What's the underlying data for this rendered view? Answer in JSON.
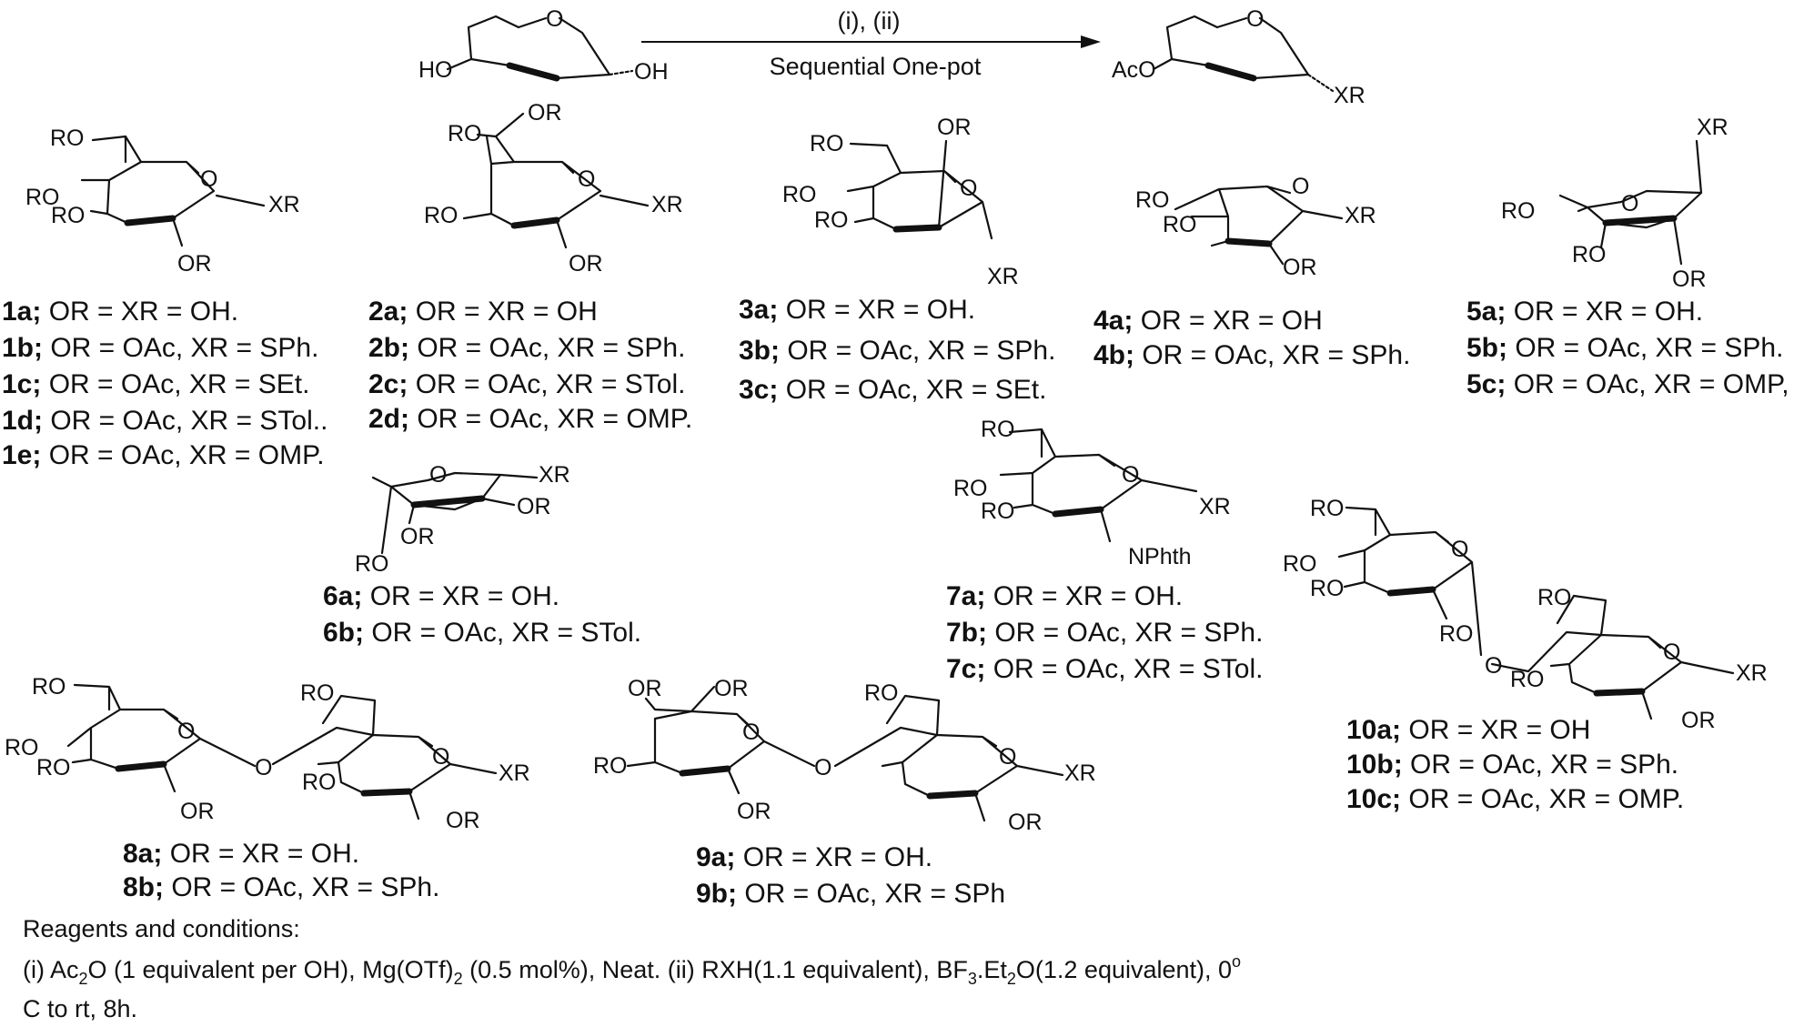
{
  "reaction": {
    "arrow_top": "(i), (ii)",
    "arrow_bottom": "Sequential One-pot",
    "start_atoms": [
      "O",
      "HO",
      "OH"
    ],
    "product_atoms": [
      "O",
      "AcO",
      "XR"
    ]
  },
  "structures": {
    "s1": [
      "RO",
      "O",
      "RO",
      "RO",
      "XR",
      "OR"
    ],
    "s2": [
      "OR",
      "RO",
      "O",
      "RO",
      "XR",
      "OR"
    ],
    "s3": [
      "RO",
      "OR",
      "RO",
      "O",
      "RO",
      "XR"
    ],
    "s4": [
      "RO",
      "O",
      "RO",
      "XR",
      "OR"
    ],
    "s5": [
      "XR",
      "O",
      "RO",
      "RO",
      "OR"
    ],
    "s6": [
      "O",
      "XR",
      "OR",
      "OR",
      "RO"
    ],
    "s7": [
      "RO",
      "O",
      "RO",
      "RO",
      "XR",
      "NPhth"
    ],
    "s8": [
      "RO",
      "RO",
      "RO",
      "O",
      "O",
      "OR",
      "RO",
      "O",
      "RO",
      "XR",
      "OR"
    ],
    "s9": [
      "OR",
      "OR",
      "RO",
      "O",
      "RO",
      "O",
      "OR",
      "O",
      "XR",
      "OR"
    ],
    "s10": [
      "RO",
      "RO",
      "RO",
      "O",
      "RO",
      "O",
      "RO",
      "O",
      "RO",
      "XR",
      "OR"
    ]
  },
  "labels": {
    "c1": [
      {
        "id": "1a;",
        "text": " OR = XR = OH."
      },
      {
        "id": "1b;",
        "text": " OR = OAc, XR = SPh."
      },
      {
        "id": "1c;",
        "text": " OR = OAc, XR = SEt."
      },
      {
        "id": "1d;",
        "text": " OR = OAc, XR = STol.."
      },
      {
        "id": "1e;",
        "text": " OR = OAc, XR = OMP."
      }
    ],
    "c2": [
      {
        "id": "2a;",
        "text": " OR = XR = OH"
      },
      {
        "id": "2b;",
        "text": " OR = OAc, XR = SPh."
      },
      {
        "id": "2c;",
        "text": " OR = OAc, XR = STol."
      },
      {
        "id": "2d;",
        "text": " OR = OAc, XR = OMP."
      }
    ],
    "c3": [
      {
        "id": "3a;",
        "text": " OR = XR = OH."
      },
      {
        "id": "3b;",
        "text": " OR = OAc, XR = SPh."
      },
      {
        "id": "3c;",
        "text": " OR = OAc, XR = SEt."
      }
    ],
    "c4": [
      {
        "id": "4a;",
        "text": " OR = XR = OH"
      },
      {
        "id": "4b;",
        "text": " OR = OAc, XR = SPh."
      }
    ],
    "c5": [
      {
        "id": "5a;",
        "text": " OR = XR = OH."
      },
      {
        "id": "5b;",
        "text": " OR = OAc, XR = SPh."
      },
      {
        "id": "5c;",
        "text": " OR = OAc, XR = OMP,"
      }
    ],
    "c6": [
      {
        "id": "6a;",
        "text": " OR = XR = OH."
      },
      {
        "id": "6b;",
        "text": " OR = OAc, XR = STol."
      }
    ],
    "c7": [
      {
        "id": "7a;",
        "text": " OR = XR = OH."
      },
      {
        "id": "7b;",
        "text": " OR = OAc, XR = SPh."
      },
      {
        "id": "7c;",
        "text": " OR = OAc, XR = STol."
      }
    ],
    "c8": [
      {
        "id": "8a;",
        "text": " OR = XR = OH."
      },
      {
        "id": "8b;",
        "text": " OR = OAc, XR = SPh."
      }
    ],
    "c9": [
      {
        "id": "9a;",
        "text": " OR = XR = OH."
      },
      {
        "id": "9b;",
        "text": " OR = OAc, XR = SPh"
      }
    ],
    "c10": [
      {
        "id": "10a;",
        "text": " OR = XR = OH"
      },
      {
        "id": "10b;",
        "text": " OR = OAc, XR = SPh."
      },
      {
        "id": "10c;",
        "text": " OR = OAc, XR = OMP."
      }
    ]
  },
  "conditions": {
    "heading": "Reagents and conditions:",
    "line1_a": "(i) Ac",
    "line1_a_sub": "2",
    "line1_b": "O (1 equivalent per OH), Mg(OTf)",
    "line1_b_sub": "2",
    "line1_c": " (0.5 mol%), Neat.  (ii) RXH(1.1 equivalent), BF",
    "line1_c_sub": "3",
    "line1_d": ".Et",
    "line1_d_sub": "2",
    "line1_e": "O(1.2 equivalent), 0",
    "line1_e_sup": "o",
    "line2": "C to rt, 8h."
  }
}
